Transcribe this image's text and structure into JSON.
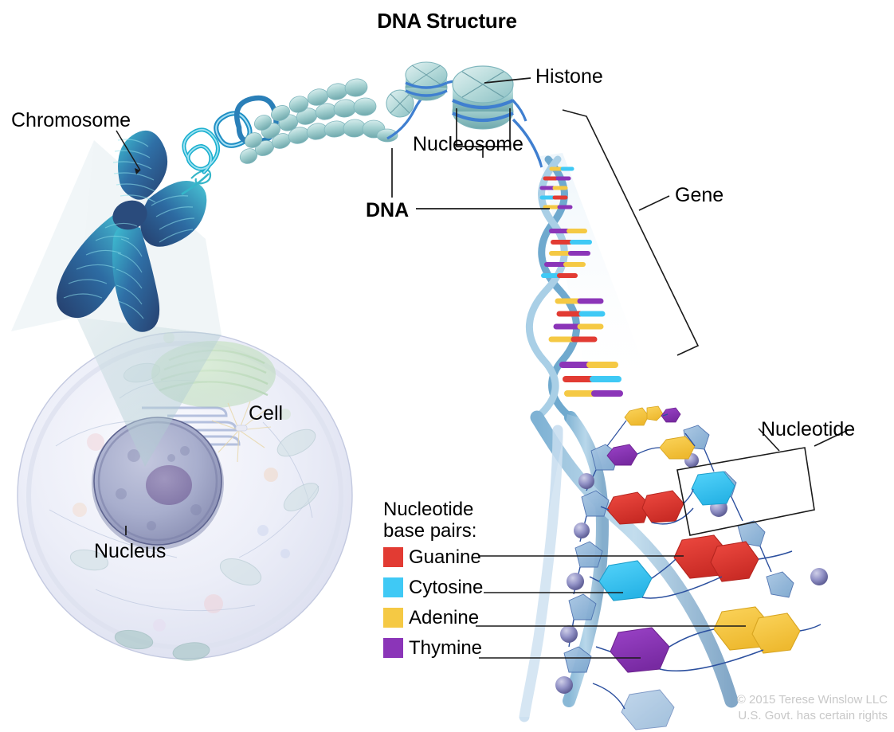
{
  "title": "DNA Structure",
  "labels": {
    "chromosome": "Chromosome",
    "histone": "Histone",
    "nucleosome": "Nucleosome",
    "dna": "DNA",
    "gene": "Gene",
    "nucleotide": "Nucleotide",
    "cell": "Cell",
    "nucleus": "Nucleus"
  },
  "legend": {
    "title": "Nucleotide\nbase pairs:",
    "items": [
      {
        "name": "Guanine",
        "color": "#e23b33"
      },
      {
        "name": "Cytosine",
        "color": "#3fc9f5"
      },
      {
        "name": "Adenine",
        "color": "#f5c944"
      },
      {
        "name": "Thymine",
        "color": "#8b35b8"
      }
    ]
  },
  "copyright": "© 2015 Terese Winslow LLC\nU.S. Govt. has certain rights",
  "palette": {
    "guanine": "#e23b33",
    "cytosine": "#3fc9f5",
    "adenine": "#f5c944",
    "thymine": "#8b35b8",
    "backbone_blue": "#8cc3e0",
    "backbone_dark": "#2b4f9e",
    "histone_teal": "#9ecfcf",
    "chromosome_blue": "#2d5f93",
    "chromosome_teal": "#35b6c9",
    "cell_fill": "#edeef7",
    "nucleus_fill": "#a9aecd",
    "sugar_blue": "#b9cdea",
    "phosphate_purple": "#8b8bc0",
    "leader_line": "#1a1a1a"
  },
  "figure": {
    "type": "diagram",
    "subject": "Hierarchical organization of DNA from cell to nucleotide",
    "levels": [
      "Cell",
      "Nucleus",
      "Chromosome",
      "Chromatin fiber",
      "Nucleosome (DNA + Histone)",
      "DNA double helix",
      "Gene",
      "Nucleotide base pairs"
    ]
  }
}
